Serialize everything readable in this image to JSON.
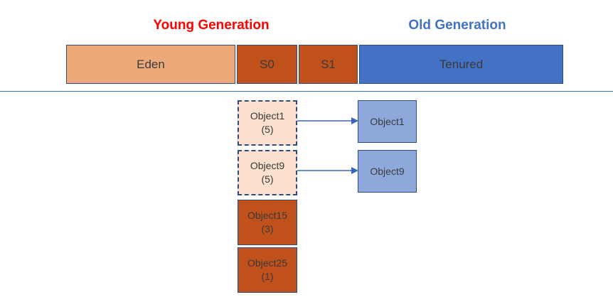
{
  "diagram": {
    "title_young": "Young Generation",
    "title_old": "Old Generation",
    "colors": {
      "young_label": "#FF0000",
      "old_label": "#4372C4",
      "eden_fill": "#EEA97B",
      "survivor_fill": "#C0511A",
      "tenured_fill": "#4372C4",
      "moving_object_fill": "#FBE0CE",
      "tenured_object_fill": "#8FA8DC",
      "border": "#2E4E7E",
      "arrow": "#3a64ba"
    }
  },
  "heap_bar": {
    "segments": [
      {
        "label": "Eden"
      },
      {
        "label": "S0"
      },
      {
        "label": "S1"
      },
      {
        "label": "Tenured"
      }
    ]
  },
  "survivor_objects": [
    {
      "name": "Object1",
      "age": "(5)",
      "state": "promoting"
    },
    {
      "name": "Object9",
      "age": "(5)",
      "state": "promoting"
    },
    {
      "name": "Object15",
      "age": "(3)",
      "state": "staying"
    },
    {
      "name": "Object25",
      "age": "(1)",
      "state": "staying"
    }
  ],
  "tenured_objects": [
    {
      "name": "Object1"
    },
    {
      "name": "Object9"
    }
  ]
}
